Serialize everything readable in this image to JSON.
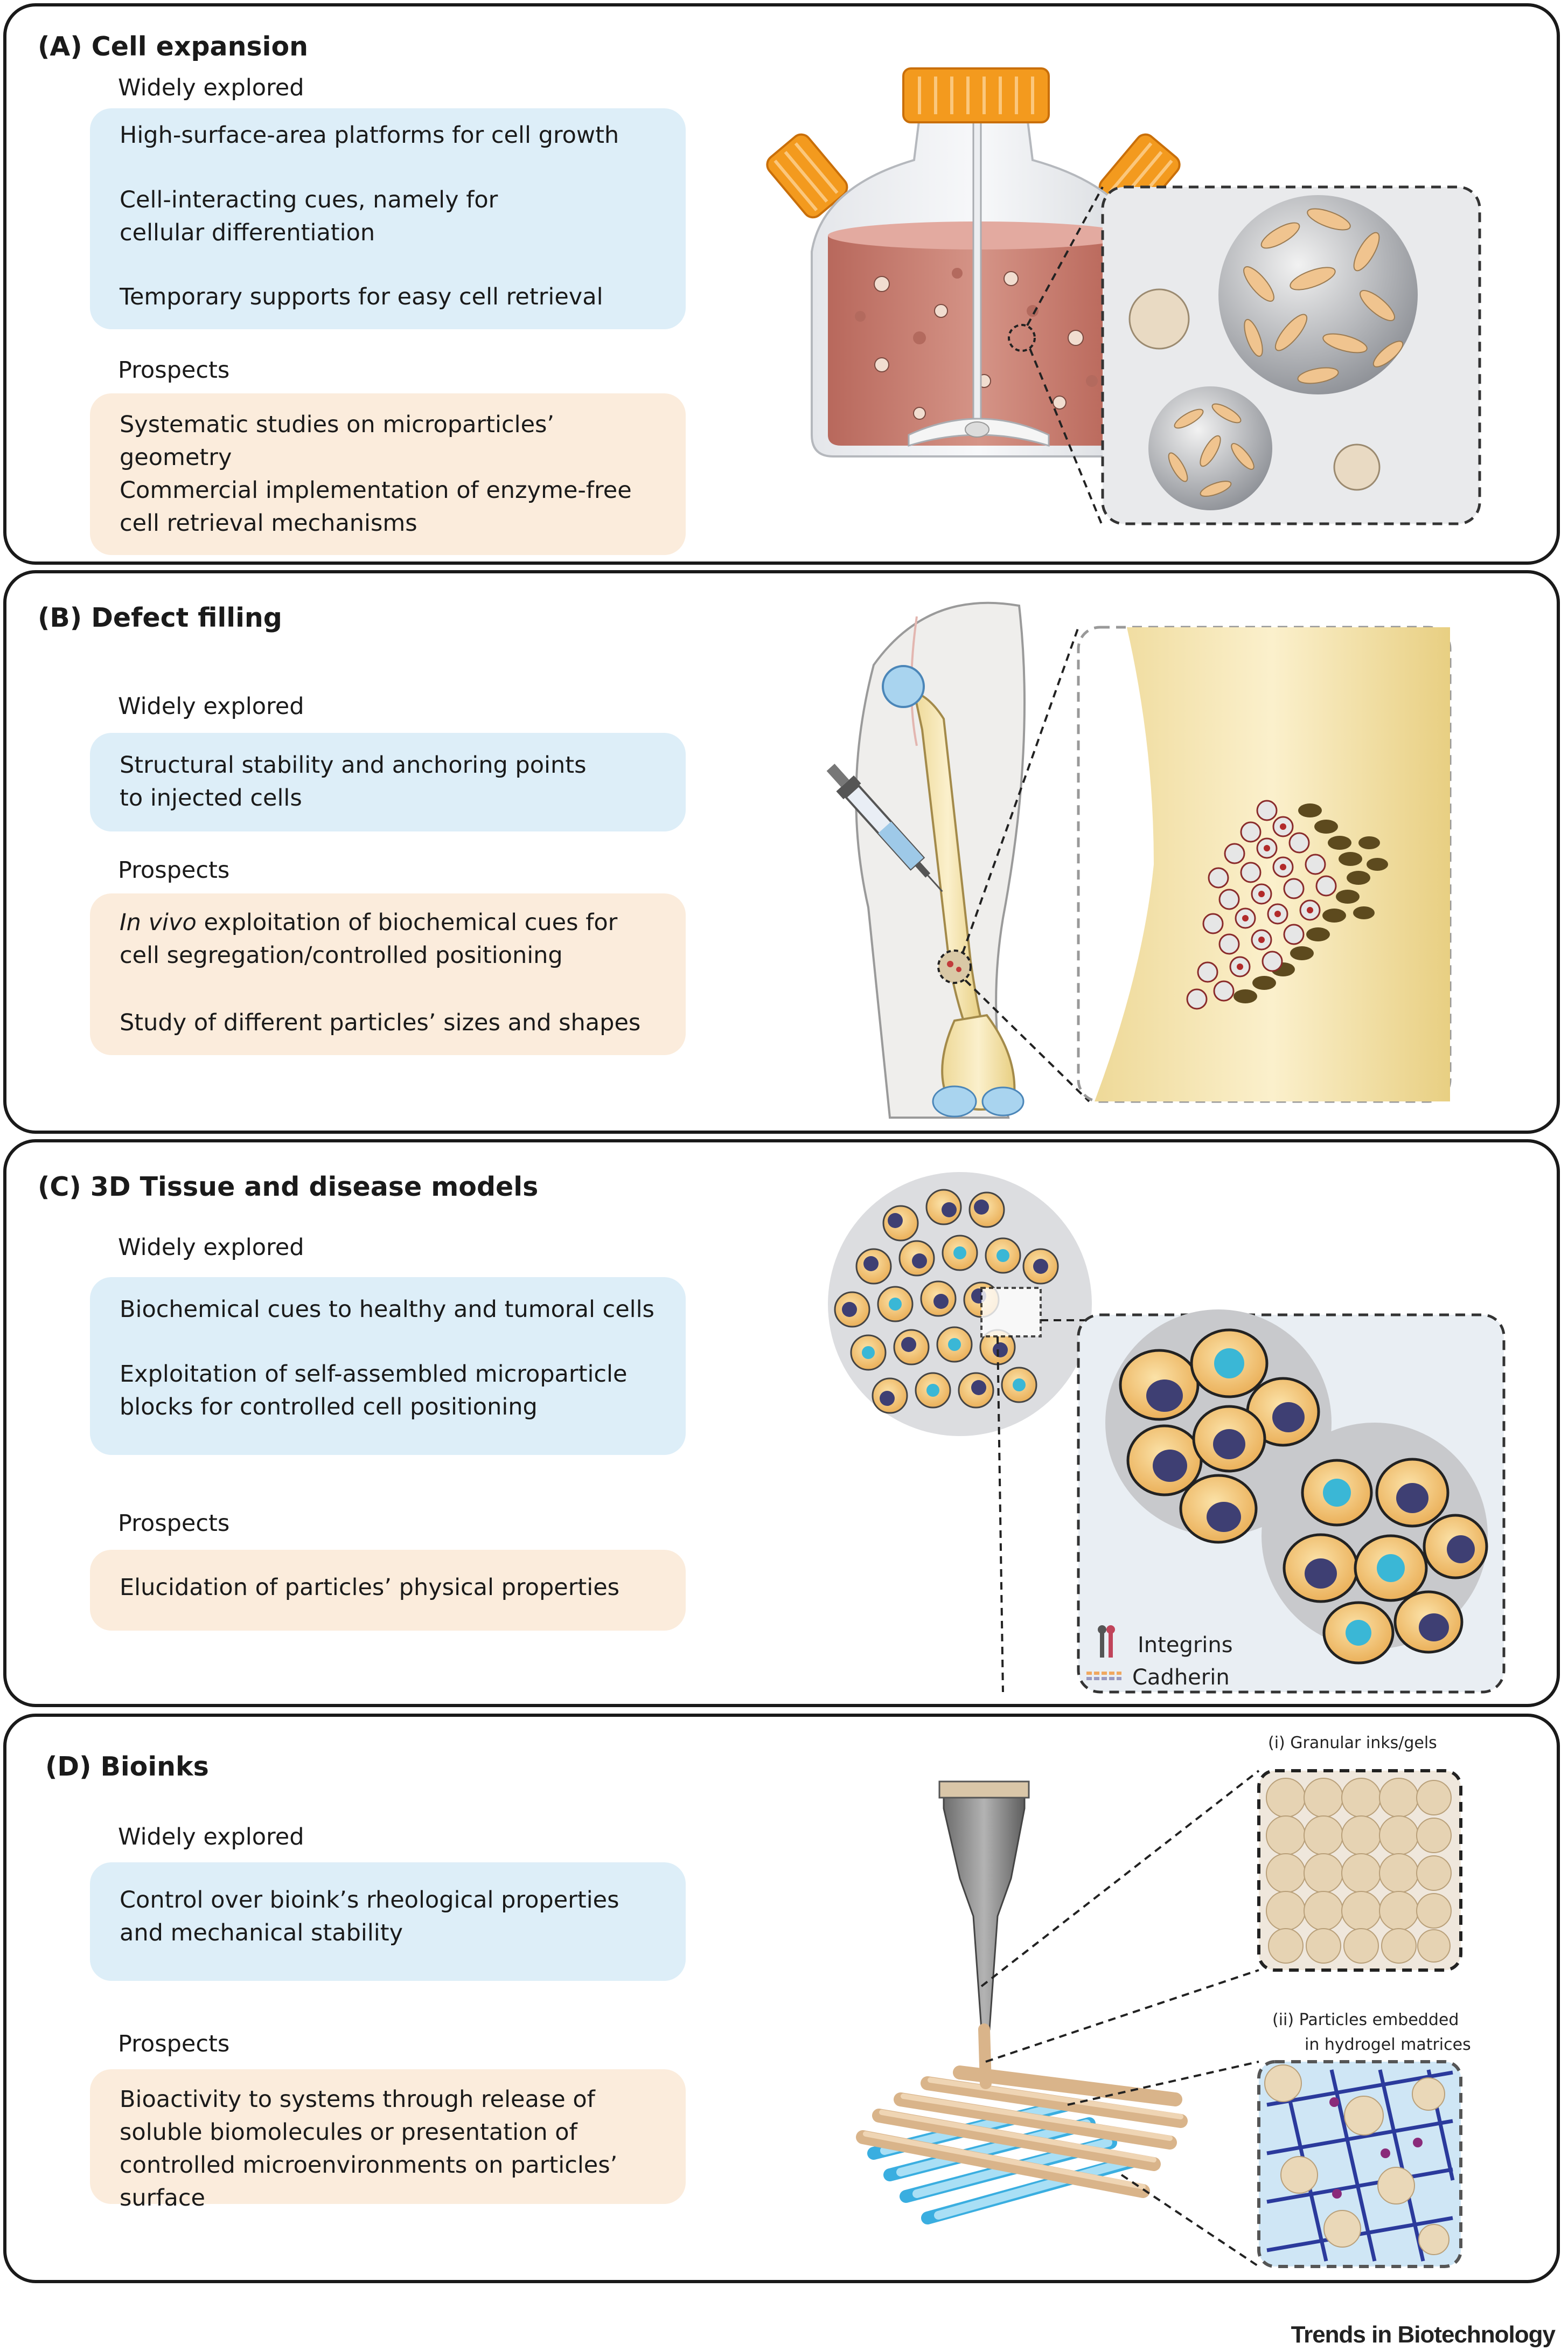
{
  "panels": [
    {
      "title": "(A) Cell expansion",
      "widely_label": "Widely explored",
      "widely_items": [
        "High-surface-area platforms for cell growth",
        "Cell-interacting cues, namely for cellular differentiation",
        "Temporary supports for easy cell retrieval"
      ],
      "prospects_label": "Prospects",
      "prospects_items": [
        "Systematic studies on microparticles’ geometry",
        "Commercial implementation of enzyme-free cell retrieval mechanisms"
      ]
    },
    {
      "title": "(B) Defect filling",
      "widely_label": "Widely explored",
      "widely_items": [
        "Structural stability and anchoring points to injected cells"
      ],
      "prospects_label": "Prospects",
      "prospects_items": [
        "exploitation of biochemical cues for cell segregation/controlled positioning",
        "Study of different particles’ sizes and shapes"
      ],
      "prospects_italic_prefix": "In vivo"
    },
    {
      "title": "(C) 3D Tissue and disease models",
      "widely_label": "Widely explored",
      "widely_items": [
        "Biochemical cues to healthy and tumoral cells",
        "Exploitation of self-assembled microparticle blocks for controlled cell positioning"
      ],
      "prospects_label": "Prospects",
      "prospects_items": [
        "Elucidation of particles’ physical properties"
      ],
      "legend": [
        "Integrins",
        "Cadherin"
      ]
    },
    {
      "title": "(D) Bioinks",
      "widely_label": "Widely explored",
      "widely_items": [
        "Control over bioink’s rheological properties and mechanical stability"
      ],
      "prospects_label": "Prospects",
      "prospects_items": [
        "Bioactivity to systems through release of soluble biomolecules or presentation of controlled microenvironments on particles’ surface"
      ],
      "inset_labels": [
        "(i) Granular inks/gels",
        "(ii)  Particles embedded",
        "in hydrogel matrices"
      ]
    }
  ],
  "footer": "Trends in Biotechnology",
  "colors": {
    "blue_box": "#ddeef8",
    "peach_box": "#fbecdc",
    "orange_cap": "#f39a1e",
    "medium": "#c97a6a",
    "bone": "#f3e6b3",
    "tan_fiber": "#d9b48a",
    "blue_fiber": "#3aaee0"
  }
}
